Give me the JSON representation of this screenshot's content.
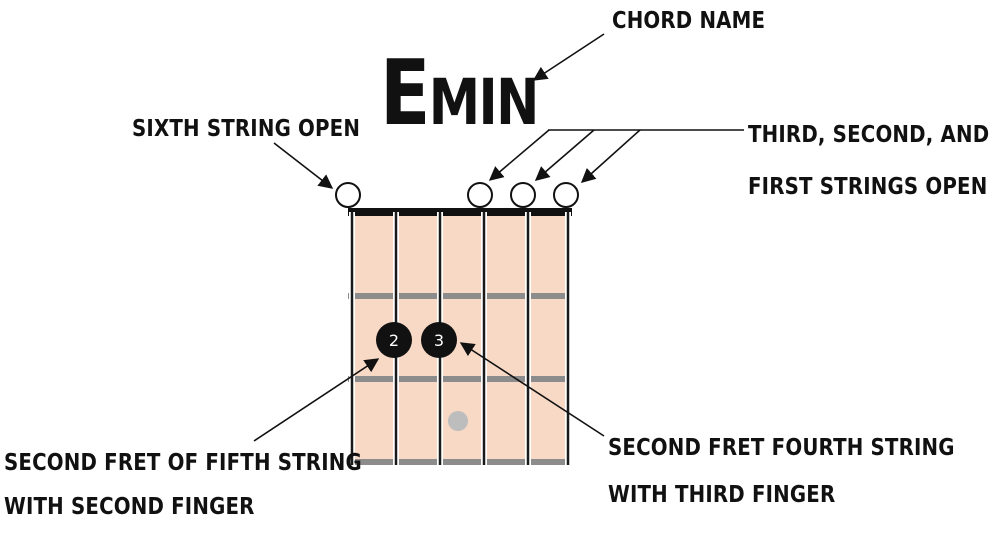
{
  "chord": {
    "name": "Emin",
    "fingers": [
      {
        "string": 5,
        "fret": 2,
        "finger": "2"
      },
      {
        "string": 4,
        "fret": 2,
        "finger": "3"
      }
    ],
    "open_strings": [
      6,
      3,
      2,
      1
    ],
    "fret_marker": {
      "string": 4,
      "fret": 3
    }
  },
  "labels": {
    "chord_name": "CHORD NAME",
    "sixth_open": "SIXTH STRING OPEN",
    "top_right_line1": "THIRD, SECOND, AND",
    "top_right_line2": "FIRST STRINGS OPEN",
    "fifth_string_line1": "SECOND FRET OF FIFTH STRING",
    "fifth_string_line2": "WITH SECOND FINGER",
    "fourth_string_line1": "SECOND FRET FOURTH STRING",
    "fourth_string_line2": "WITH THIRD FINGER"
  },
  "colors": {
    "fretboard": "#f8d9c5",
    "fret_wire": "#8c8c8c",
    "string": "#1a1a1a",
    "nut": "#111111",
    "finger_dot": "#111111",
    "marker": "#bdbdbd"
  }
}
